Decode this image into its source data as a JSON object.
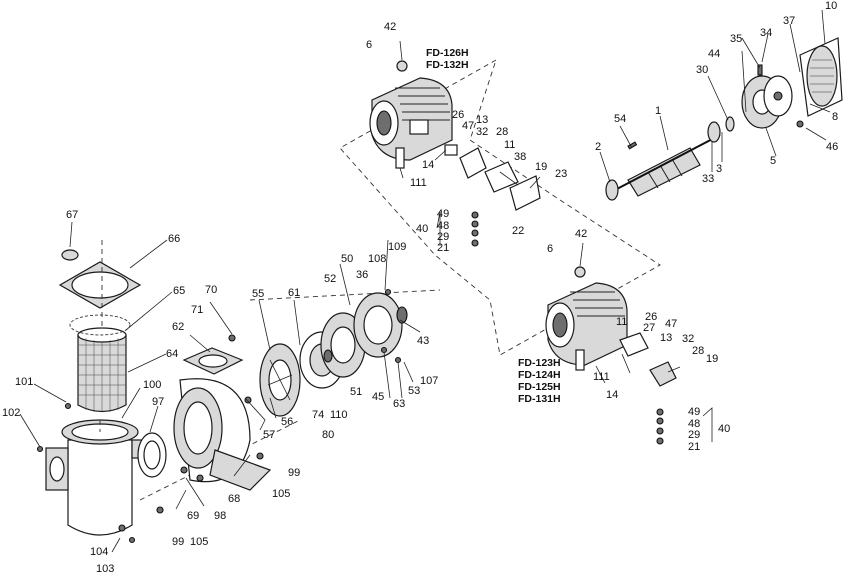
{
  "models": {
    "group_a": [
      "FD-126H",
      "FD-132H"
    ],
    "group_b": [
      "FD-123H",
      "FD-124H",
      "FD-125H",
      "FD-131H"
    ]
  },
  "part_numbers": {
    "p1": "1",
    "p2": "2",
    "p3": "3",
    "p5": "5",
    "p6a": "6",
    "p6b": "6",
    "p8": "8",
    "p10": "10",
    "p11a": "11",
    "p11b": "11",
    "p13a": "13",
    "p13b": "13",
    "p14a": "14",
    "p14b": "14",
    "p19a": "19",
    "p19b": "19",
    "p21a": "21",
    "p21b": "21",
    "p22": "22",
    "p23": "23",
    "p26a": "26",
    "p26b": "26",
    "p27": "27",
    "p28a": "28",
    "p28b": "28",
    "p29a": "29",
    "p29b": "29",
    "p30": "30",
    "p32a": "32",
    "p32b": "32",
    "p33": "33",
    "p34": "34",
    "p35": "35",
    "p36": "36",
    "p37": "37",
    "p38": "38",
    "p40a": "40",
    "p40b": "40",
    "p42a": "42",
    "p42b": "42",
    "p43": "43",
    "p44": "44",
    "p45": "45",
    "p46": "46",
    "p47a": "47",
    "p47b": "47",
    "p48a": "48",
    "p48b": "48",
    "p49a": "49",
    "p49b": "49",
    "p50": "50",
    "p51": "51",
    "p52": "52",
    "p53": "53",
    "p54": "54",
    "p55": "55",
    "p56": "56",
    "p57": "57",
    "p61": "61",
    "p62": "62",
    "p63": "63",
    "p64": "64",
    "p65": "65",
    "p66": "66",
    "p67": "67",
    "p68": "68",
    "p69": "69",
    "p70": "70",
    "p71": "71",
    "p74": "74",
    "p80": "80",
    "p97": "97",
    "p98": "98",
    "p99a": "99",
    "p99b": "99",
    "p100": "100",
    "p101": "101",
    "p102": "102",
    "p103": "103",
    "p104": "104",
    "p105a": "105",
    "p105b": "105",
    "p107": "107",
    "p108": "108",
    "p109": "109",
    "p110": "110",
    "p111a": "111",
    "p111b": "111"
  }
}
